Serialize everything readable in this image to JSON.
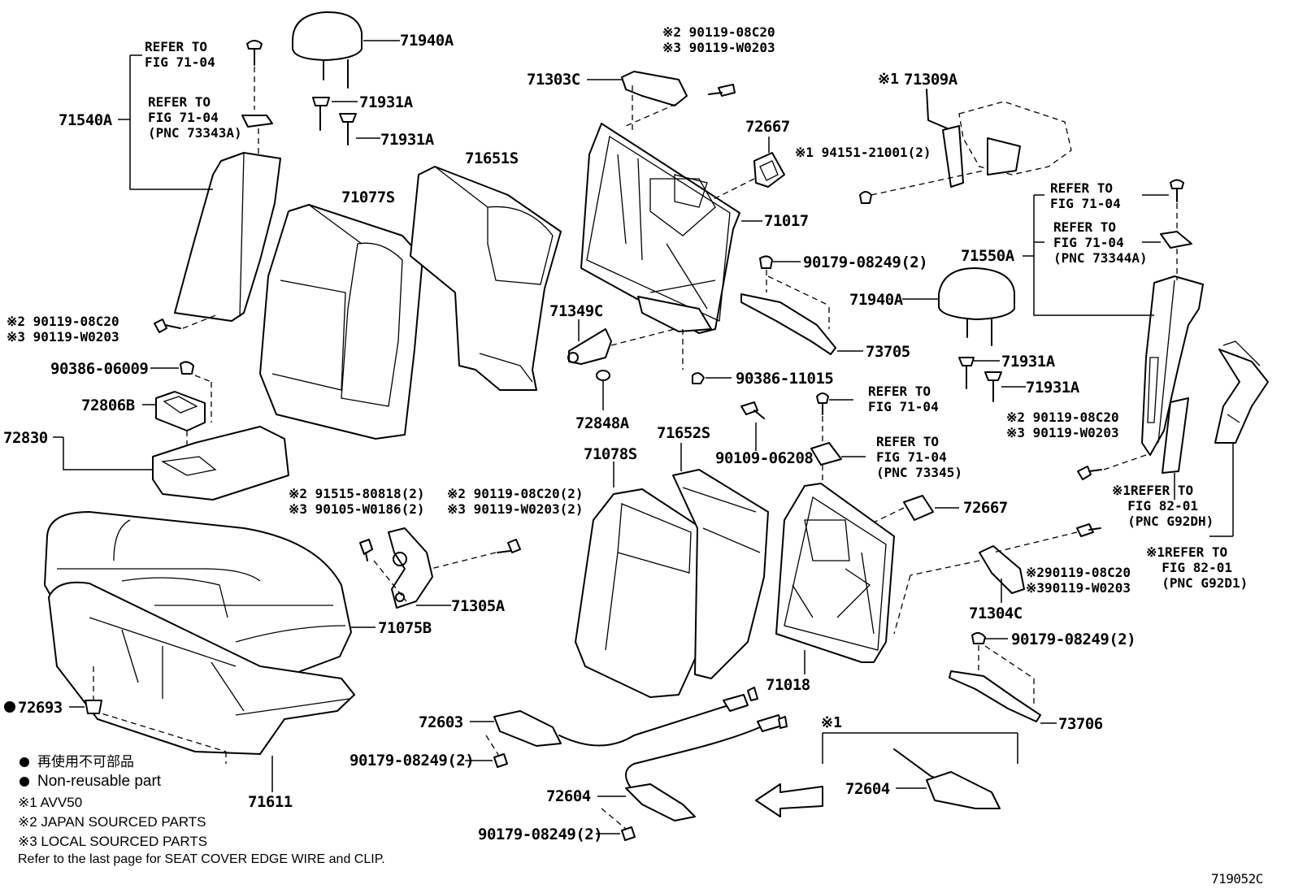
{
  "labels": {
    "p71940A_top": "71940A",
    "p71931A_1": "71931A",
    "p71931A_2": "71931A",
    "p71540A": "71540A",
    "p71077S": "71077S",
    "p71651S": "71651S",
    "p71303C": "71303C",
    "p72667_top": "72667",
    "p71017": "71017",
    "p71309A": "71309A",
    "p71550A": "71550A",
    "p71940A_right": "71940A",
    "p71931A_3": "71931A",
    "p71931A_4": "71931A",
    "p71349C": "71349C",
    "p72848A": "72848A",
    "p73705": "73705",
    "p90179_a": "90179-08249(2)",
    "p90386_11015": "90386-11015",
    "p90109_06208": "90109-06208",
    "p90386_06009": "90386-06009",
    "p72806B": "72806B",
    "p72830": "72830",
    "p71078S": "71078S",
    "p71652S": "71652S",
    "p72667_mid": "72667",
    "p71305A": "71305A",
    "p71075B": "71075B",
    "p71018": "71018",
    "p71304C": "71304C",
    "p90179_b": "90179-08249(2)",
    "p73706": "73706",
    "p72693": "72693",
    "p72603": "72603",
    "p90179_c": "90179-08249(2)",
    "p72604_a": "72604",
    "p90179_d": "90179-08249(2)",
    "p72604_b": "72604",
    "p71611": "71611",
    "fig_code": "719052C"
  },
  "refs": {
    "r1": "REFER TO\nFIG 71-04",
    "r2": "REFER TO\nFIG 71-04\n(PNC 73343A)",
    "r3": "※2 90119-08C20\n※3 90119-W0203",
    "r4": "※2 90119-08C20\n※3 90119-W0203",
    "r5": "※1 94151-21001(2)",
    "r6": "REFER TO\nFIG 71-04",
    "r7": "REFER TO\nFIG 71-04\n(PNC 73344A)",
    "r8": "REFER TO\nFIG 71-04",
    "r9": "REFER TO\nFIG 71-04\n(PNC 73345)",
    "r10": "※2 90119-08C20\n※3 90119-W0203",
    "r11": "※1REFER TO\n  FIG 82-01\n  (PNC G92DH)",
    "r12": "※1REFER TO\n  FIG 82-01\n  (PNC G92D1)",
    "r13": "※2 91515-80818(2)\n※3 90105-W0186(2)",
    "r14": "※2 90119-08C20(2)\n※3 90119-W0203(2)",
    "r15": "※290119-08C20\n※390119-W0203",
    "r16": "※1",
    "r17": "※1"
  },
  "legend": {
    "non_reusable_jp": "再使用不可部品",
    "non_reusable_en": "Non-reusable part",
    "note1": "※1 AVV50",
    "note2": "※2 JAPAN SOURCED PARTS",
    "note3": "※3 LOCAL SOURCED PARTS",
    "footer": "Refer to the last page for SEAT COVER EDGE WIRE and CLIP."
  }
}
